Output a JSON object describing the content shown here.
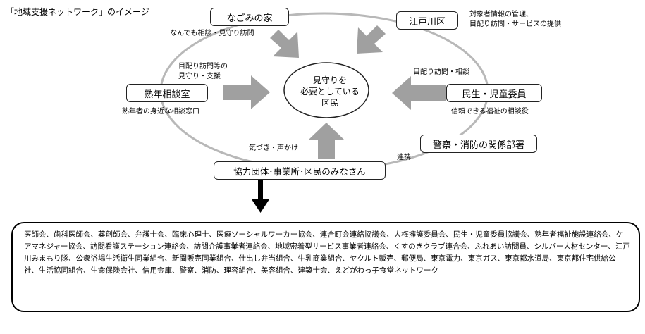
{
  "title": "「地域支援ネットワーク」のイメージ",
  "center": {
    "lines": [
      "見守りを",
      "必要としている",
      "区民"
    ]
  },
  "nodes": {
    "nagomi": {
      "label": "なごみの家",
      "note": "なんでも相談・見守り訪問"
    },
    "edogawa": {
      "label": "江戸川区",
      "note": [
        "対象者情報の管理、",
        "目配り訪問・サービスの提供"
      ]
    },
    "jukunen": {
      "label": "熟年相談室",
      "note_above": [
        "目配り訪問等の",
        "見守り・支援"
      ],
      "note_below": "熟年者の身近な相談窓口"
    },
    "minsei": {
      "label": "民生・児童委員",
      "note_above": "目配り訪問・相談",
      "note_below": "信頼できる福祉の相談役"
    },
    "keisatsu": {
      "label": "警察・消防の関係部署",
      "note": "連携"
    },
    "kyoryoku": {
      "label": "協力団体･事業所･区民のみなさん",
      "note": "気づき・声かけ"
    }
  },
  "organizations": "医師会、歯科医師会、薬剤師会、弁護士会、臨床心理士、医療ソーシャルワーカー協会、連合町会連絡協議会、人権擁護委員会、民生・児童委員協議会、熟年者福祉施設連絡会、ケアマネジャー協会、訪問看護ステーション連絡会、訪問介護事業者連絡会、地域密着型サービス事業者連絡会、くすのきクラブ連合会、ふれあい訪問員、シルバー人材センター、江戸川みまもり隊、公衆浴場生活衛生同業組合、新聞販売同業組合、仕出し弁当組合、牛乳商業組合、ヤクルト販売、郵便局、東京電力、東京ガス、東京都水道局、東京都住宅供給公社、生活協同組合、生命保険会社、信用金庫、警察、消防、理容組合、美容組合、建築士会、えどがわっ子食堂ネットワーク",
  "colors": {
    "arrow": "#a0a0a0",
    "ring": "#b8b8b8"
  }
}
